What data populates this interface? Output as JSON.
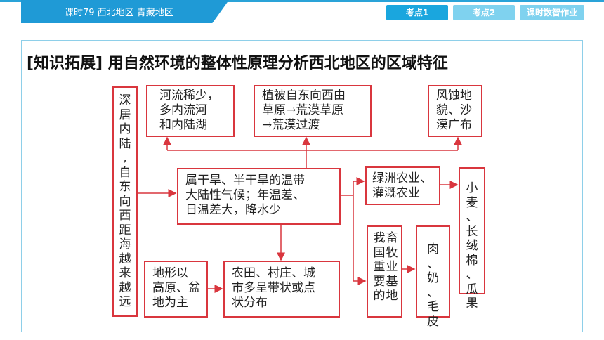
{
  "header": {
    "breadcrumb": "课时79   西北地区   青藏地区",
    "tabs": [
      {
        "label": "考点1",
        "active": true
      },
      {
        "label": "考点2",
        "active": false
      },
      {
        "label": "课时数智作业",
        "active": false
      }
    ]
  },
  "heading": "[知识拓展]    用自然环境的整体性原理分析西北地区的区域特征",
  "diagram": {
    "root": "深居内陆,自东向西距海越来越远",
    "climate": [
      "属干旱、半干旱的温带",
      "大陆性气候；年温差、",
      "日温差大，降水少"
    ],
    "rivers": [
      "河流稀少，",
      "多内流河",
      "和内陆湖"
    ],
    "vegetation": [
      "植被自东向西由",
      "草原→荒漠草原",
      "→荒漠过渡"
    ],
    "landform_wind": [
      "风蚀地",
      "貌、沙",
      "漠广布"
    ],
    "oasis": [
      "绿洲农业、",
      "灌溉农业"
    ],
    "crops": "小麦、长绒棉、瓜果",
    "terrain": [
      "地形以",
      "高原、盆",
      "地为主"
    ],
    "settlement": [
      "农田、村庄、城",
      "市多呈带状或点",
      "状分布"
    ],
    "pastoral": "我国重要的畜牧业基地",
    "products": "肉、奶、毛皮"
  }
}
